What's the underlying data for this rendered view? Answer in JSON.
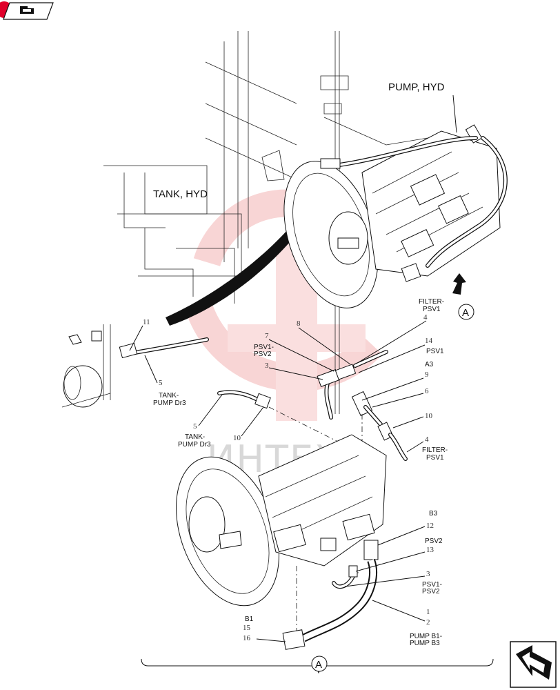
{
  "labels": {
    "pump_hyd": "PUMP, HYD",
    "tank_hyd": "TANK, HYD",
    "filter_psv1_top": "FILTER-\nPSV1",
    "filter_psv1_mid": "FILTER-\nPSV1",
    "psv1": "PSV1",
    "psv1_psv2_top": "PSV1-\nPSV2",
    "psv1_psv2_bottom": "PSV1-\nPSV2",
    "a3": "A3",
    "tank_pump_dr3_a": "TANK-\nPUMP Dr3",
    "tank_pump_dr3_b": "TANK-\nPUMP Dr3",
    "b3": "B3",
    "psv2": "PSV2",
    "b1": "B1",
    "pump_b1_b3": "PUMP B1-\nPUMP B3",
    "detail_a_top": "A",
    "detail_a_bottom": "A",
    "watermark": "ИНТЕХ"
  },
  "callouts": {
    "n11": "11",
    "n5a": "5",
    "n8": "8",
    "n4a": "4",
    "n7": "7",
    "n14": "14",
    "n3a": "3",
    "n9": "9",
    "n6": "6",
    "n10a": "10",
    "n5b": "5",
    "n10b": "10",
    "n4b": "4",
    "n12": "12",
    "n13": "13",
    "n3b": "3",
    "n1": "1",
    "n2": "2",
    "n15": "15",
    "n16": "16"
  },
  "colors": {
    "ink": "#111111",
    "badge": "#e0002a",
    "watermark": "#d8d8d8"
  },
  "icons": {
    "top_nav": "back-arrow-icon",
    "bottom_nav": "return-arrow-icon"
  }
}
